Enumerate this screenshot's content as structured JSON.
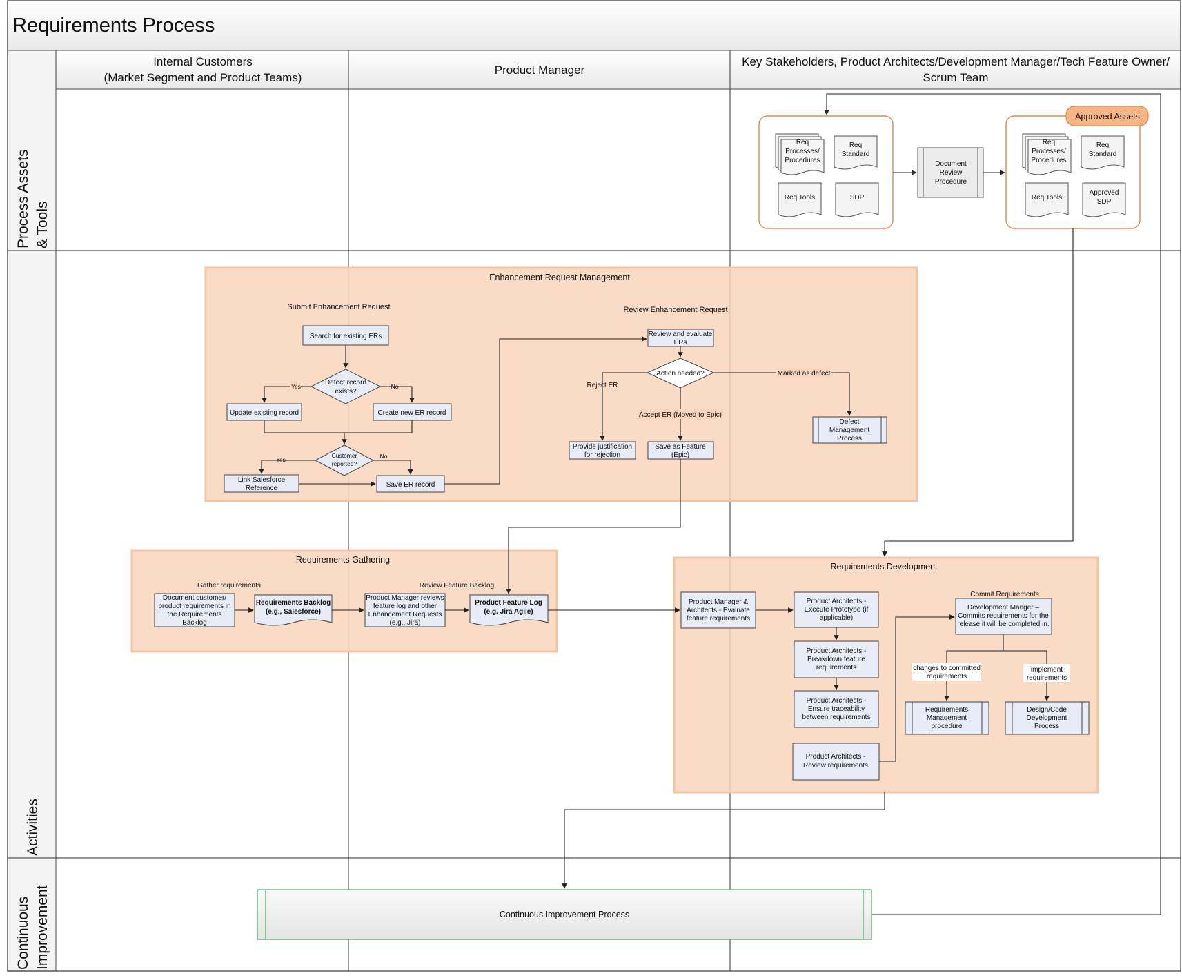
{
  "title": "Requirements Process",
  "columns": [
    {
      "line1": "Internal Customers",
      "line2": "(Market Segment and Product Teams)"
    },
    {
      "line1": "Product Manager",
      "line2": ""
    },
    {
      "line1": "Key Stakeholders, Product Architects/Development Manager/Tech Feature Owner/",
      "line2": "Scrum Team"
    }
  ],
  "lanes": [
    {
      "line1": "Process Assets",
      "line2": "& Tools"
    },
    {
      "line1": "Activities",
      "line2": ""
    },
    {
      "line1": "Continuous",
      "line2": "Improvement"
    }
  ],
  "assets": {
    "left": {
      "req_processes": [
        "Req",
        "Processes/",
        "Procedures"
      ],
      "req_standard": [
        "Req",
        "Standard"
      ],
      "req_tools": "Req Tools",
      "sdp": "SDP"
    },
    "review": [
      "Document",
      "Review",
      "Procedure"
    ],
    "right": {
      "badge": "Approved Assets",
      "req_processes": [
        "Req",
        "Processes/",
        "Procedures"
      ],
      "req_standard": [
        "Req",
        "Standard"
      ],
      "req_tools": "Req Tools",
      "approved_sdp": [
        "Approved",
        "SDP"
      ]
    }
  },
  "erm": {
    "title": "Enhancement Request Management",
    "submit_title": "Submit Enhancement Request",
    "review_title": "Review Enhancement Request",
    "search": "Search for existing ERs",
    "defect_decision": [
      "Defect record",
      "exists?"
    ],
    "yes1": "Yes",
    "no1": "No",
    "update_existing": "Update existing record",
    "create_new": "Create new ER  record",
    "customer_decision": [
      "Customer",
      "reported?"
    ],
    "yes2": "Yes",
    "no2": "No",
    "link_salesforce": [
      "Link Salesforce",
      "Reference"
    ],
    "save_er": "Save ER record",
    "review_evaluate": [
      "Review and evaluate",
      "ERs"
    ],
    "action_decision": "Action needed?",
    "reject_er": "Reject ER",
    "marked_defect": "Marked as defect",
    "accept_er": "Accept ER (Moved to Epic)",
    "provide_justification": [
      "Provide justification",
      "for rejection"
    ],
    "save_feature": [
      "Save as Feature",
      "(Epic)"
    ],
    "defect_mgmt": [
      "Defect",
      "Management",
      "Process"
    ]
  },
  "gathering": {
    "title": "Requirements Gathering",
    "gather_label": "Gather  requirements",
    "review_backlog_label": "Review Feature Backlog",
    "document_customer": [
      "Document customer/",
      "product requirements in",
      "the Requirements",
      "Backlog"
    ],
    "req_backlog": [
      "Requirements Backlog",
      "(e.g., Salesforce)"
    ],
    "pm_reviews": [
      "Product Manager reviews",
      "feature log and other",
      "Enhancement Requests",
      "(e.g., Jira)"
    ],
    "feature_log": [
      "Product Feature Log",
      "(e.g. Jira Agile)"
    ]
  },
  "development": {
    "title": "Requirements Development",
    "pm_arch_eval": [
      "Product Manager &",
      "Architects - Evaluate",
      "feature requirements"
    ],
    "execute_prototype": [
      "Product Architects -",
      "Execute Prototype (if",
      "applicable)"
    ],
    "breakdown": [
      "Product Architects -",
      "Breakdown feature",
      "requirements"
    ],
    "traceability": [
      "Product Architects  -",
      "Ensure traceability",
      "between   requirements"
    ],
    "review_reqs": [
      "Product Architects -",
      "Review requirements"
    ],
    "commit_label": "Commit Requirements",
    "dev_manager": [
      "Development Manger –",
      "Commits requirements for the",
      "release it will be completed in."
    ],
    "changes_label": [
      "changes to committed",
      "requirements"
    ],
    "implement_label": [
      "implement",
      "requirements"
    ],
    "req_mgmt": [
      "Requirements",
      "Management",
      "procedure"
    ],
    "design_code": [
      "Design/Code",
      "Development",
      "Process"
    ]
  },
  "continuous": {
    "label": "Continuous Improvement Process"
  },
  "colors": {
    "group_fill": "#f8d5bc",
    "group_stroke": "#f2c4a3",
    "asset_stroke": "#e08a4a",
    "badge_fill": "#f7b586",
    "box_fill": "#e8ecf6",
    "ci_stroke": "#5aa87a",
    "header_fill": "#f2f2f2"
  }
}
